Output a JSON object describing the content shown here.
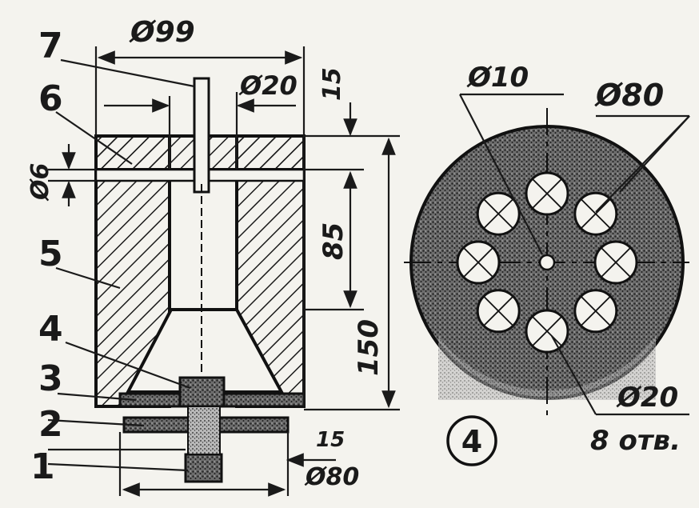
{
  "drawing": {
    "side_view": {
      "dimensions": {
        "outer_diameter": "Ø99",
        "bore_diameter": "Ø20",
        "top_offset": "15",
        "pin_diameter": "Ø6",
        "bore_depth": "85",
        "total_height": "150",
        "bottom_offset": "15",
        "bottom_diameter": "Ø80"
      },
      "part_numbers": [
        "1",
        "2",
        "3",
        "4",
        "5",
        "6",
        "7"
      ]
    },
    "top_view": {
      "figure_number": "4",
      "dimensions": {
        "center_hole": "Ø10",
        "disc_diameter": "Ø80",
        "hole_diameter": "Ø20",
        "hole_count": "8 отв."
      }
    }
  },
  "colors": {
    "ink": "#1a1a1a",
    "paper": "#f4f3ee",
    "stipple": "#3a3a3a"
  }
}
